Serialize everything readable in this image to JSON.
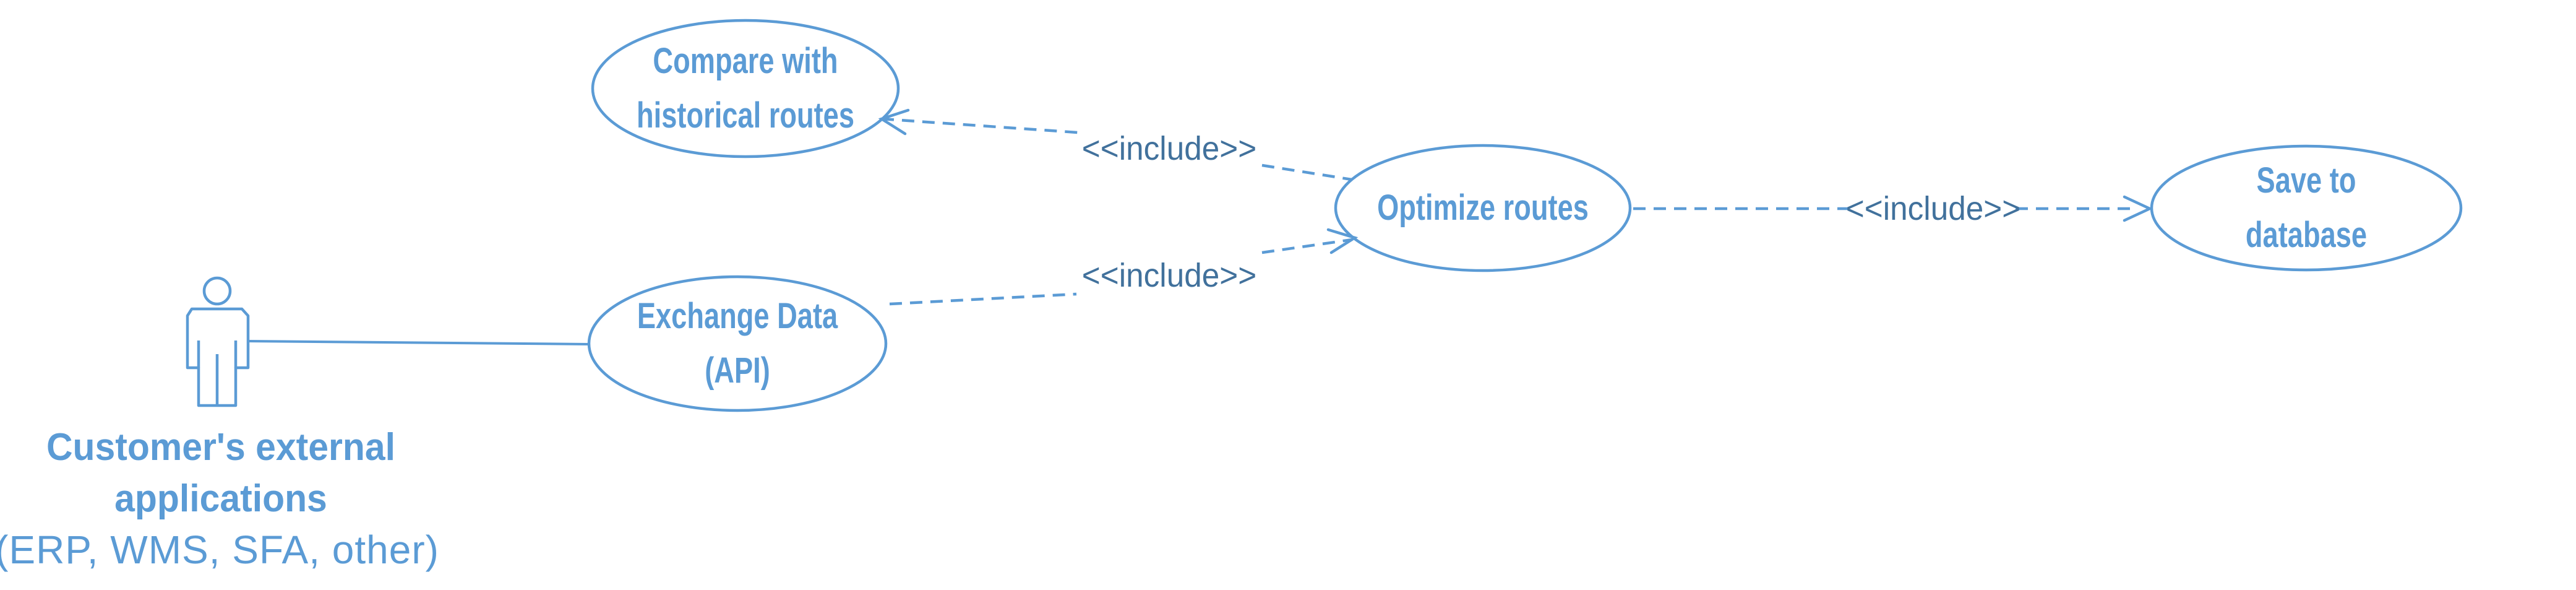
{
  "diagram": {
    "type": "uml-use-case",
    "colors": {
      "shape_stroke": "#5B9BD5",
      "label_text": "#5B9BD5",
      "include_text": "#41719C",
      "background": "#FFFFFF"
    },
    "actor": {
      "name": "Customer's external\napplications",
      "detail": "(ERP, WMS, SFA, other)"
    },
    "use_cases": [
      {
        "id": "compare",
        "label": "Compare with\nhistorical routes"
      },
      {
        "id": "exchange",
        "label": "Exchange Data\n(API)"
      },
      {
        "id": "optimize",
        "label": "Optimize routes"
      },
      {
        "id": "save",
        "label": "Save to database"
      }
    ],
    "relations": [
      {
        "from": "optimize",
        "to": "compare",
        "stereotype": "<<include>>",
        "style": "dashed-arrow"
      },
      {
        "from": "exchange",
        "to": "optimize",
        "stereotype": "<<include>>",
        "style": "dashed-arrow"
      },
      {
        "from": "optimize",
        "to": "save",
        "stereotype": "<<include>>",
        "style": "dashed-arrow"
      },
      {
        "from": "actor",
        "to": "exchange",
        "stereotype": "",
        "style": "solid-association"
      }
    ]
  }
}
